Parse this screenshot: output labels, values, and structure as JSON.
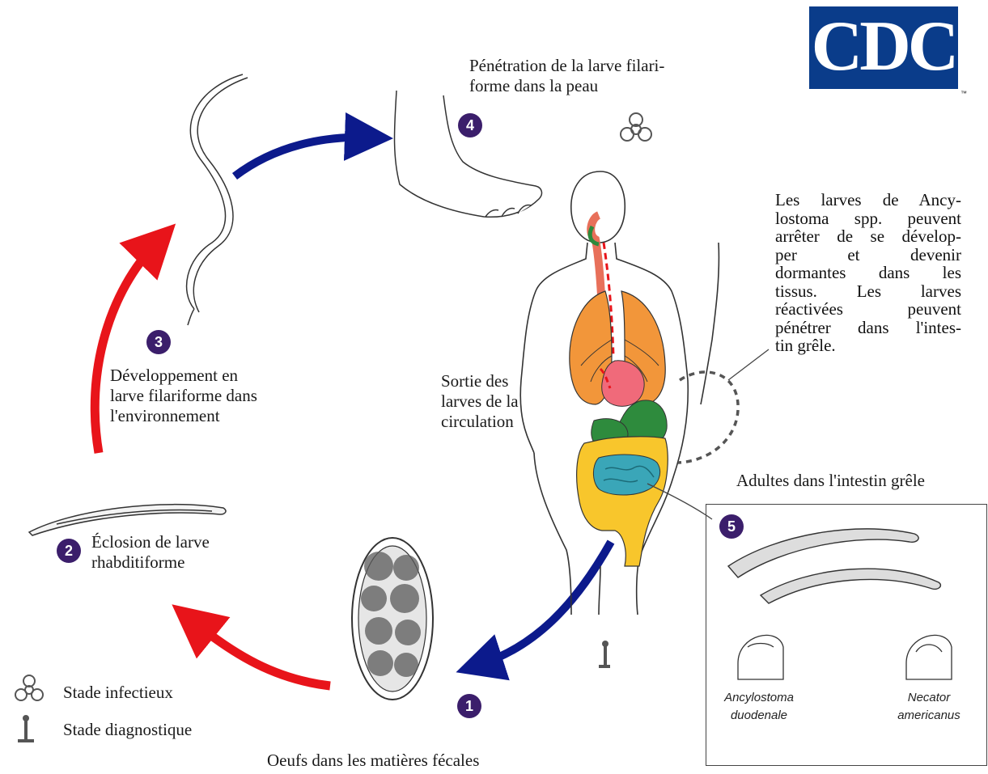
{
  "logo": {
    "text": "CDC",
    "tm": "™"
  },
  "steps": [
    {
      "num": "1",
      "label": "Oeufs dans les matières fécales"
    },
    {
      "num": "2",
      "label_lines": [
        "Éclosion de larve",
        "rhabditiforme"
      ]
    },
    {
      "num": "3",
      "label_lines": [
        "Développement en",
        "larve filariforme dans",
        "l'environnement"
      ]
    },
    {
      "num": "4",
      "label_lines": [
        "Pénétration de la larve filari-",
        "forme dans la peau"
      ]
    },
    {
      "num": "5",
      "label": "Adultes dans l'intestin grêle"
    }
  ],
  "circulation_lines": [
    "Sortie des",
    "larves de la",
    "circulation"
  ],
  "dormancy_lines": [
    "Les larves de Ancy-",
    "lostoma spp. peuvent",
    "arrêter de se dévelop-",
    "per et devenir",
    "dormantes dans les",
    "tissus. Les larves",
    "réactivées peuvent",
    "pénétrer dans l'intes-",
    "tin grêle."
  ],
  "species": [
    {
      "lines": [
        "Ancylostoma",
        "duodenale"
      ]
    },
    {
      "lines": [
        "Necator",
        "americanus"
      ]
    }
  ],
  "legend": [
    {
      "icon": "biohazard-icon",
      "label": "Stade infectieux"
    },
    {
      "icon": "microscope-icon",
      "label": "Stade diagnostique"
    }
  ],
  "colors": {
    "infective_arrow": "#e8141a",
    "diagnostic_arrow": "#0c1a8c",
    "badge": "#3b1e6b",
    "logo": "#0a3c8a"
  }
}
